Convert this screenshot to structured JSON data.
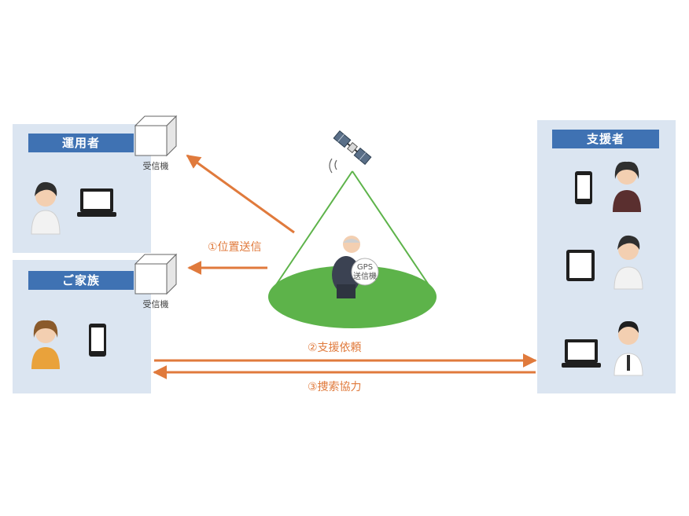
{
  "colors": {
    "panel_bg": "#dbe5f1",
    "title_bg": "#3f72b3",
    "arrow": "#e07a3c",
    "zone": "#5db34a"
  },
  "operator": {
    "title": "運用者",
    "receiver_label": "受信機"
  },
  "family": {
    "title": "ご家族",
    "receiver_label": "受信機"
  },
  "supporters": {
    "title": "支援者"
  },
  "flows": {
    "position": "①位置送信",
    "support_request": "②支援依頼",
    "search_cooperation": "③捜索協力"
  },
  "gps_device": {
    "line1": "GPS",
    "line2": "送信機"
  },
  "icons": [
    "satellite-icon",
    "receiver-box-icon",
    "laptop-icon",
    "smartphone-icon",
    "tablet-icon",
    "person-icon",
    "elderly-person-icon"
  ]
}
